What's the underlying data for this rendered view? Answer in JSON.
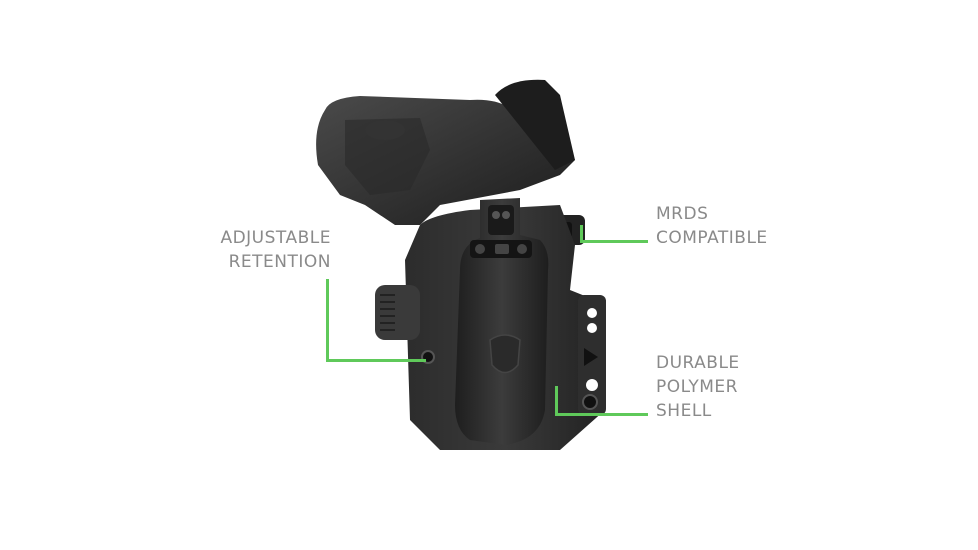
{
  "image": {
    "subject": "Pistol holstered in black polymer IWB holster with belt clip",
    "background": "#ffffff",
    "accent_color": "#5fc95a",
    "label_color": "#8a8a8a"
  },
  "callouts": {
    "adjustable_retention": {
      "line1": "ADJUSTABLE",
      "line2": "RETENTION"
    },
    "mrds_compatible": {
      "line1": "MRDS",
      "line2": "COMPATIBLE"
    },
    "durable_shell": {
      "line1": "DURABLE",
      "line2": "POLYMER",
      "line3": "SHELL"
    }
  }
}
